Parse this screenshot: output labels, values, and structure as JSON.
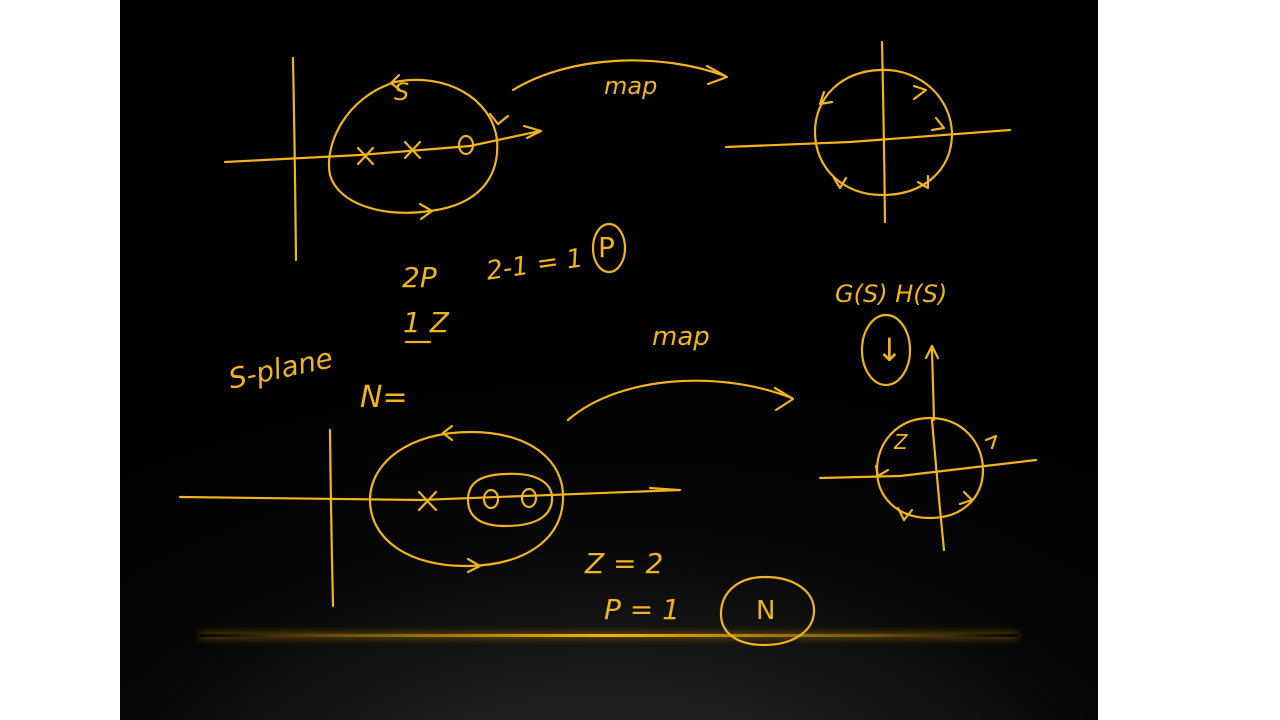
{
  "colors": {
    "ink": "#f2b41e",
    "slide_background": "#000000",
    "page_background": "#ffffff",
    "glow_line": "#f5b400"
  },
  "top_diagram": {
    "s_contour_label": "S",
    "map_label": "map",
    "pole_count_note": "2P",
    "zero_count_note": "1 Z",
    "equation": "2-1 = 1",
    "circled_result": "P"
  },
  "bottom_diagram": {
    "plane_label": "S-plane",
    "n_equals": "N=",
    "map_label": "map",
    "gh_label": "G(S) H(S)",
    "direction_arrow": "↓",
    "contour_label": "Z",
    "z_value": "Z = 2",
    "p_value": "P = 1",
    "circled_result": "N"
  },
  "icons": [
    "pole-x-icon",
    "zero-o-icon",
    "arrowhead-icon",
    "down-arrow-icon"
  ]
}
